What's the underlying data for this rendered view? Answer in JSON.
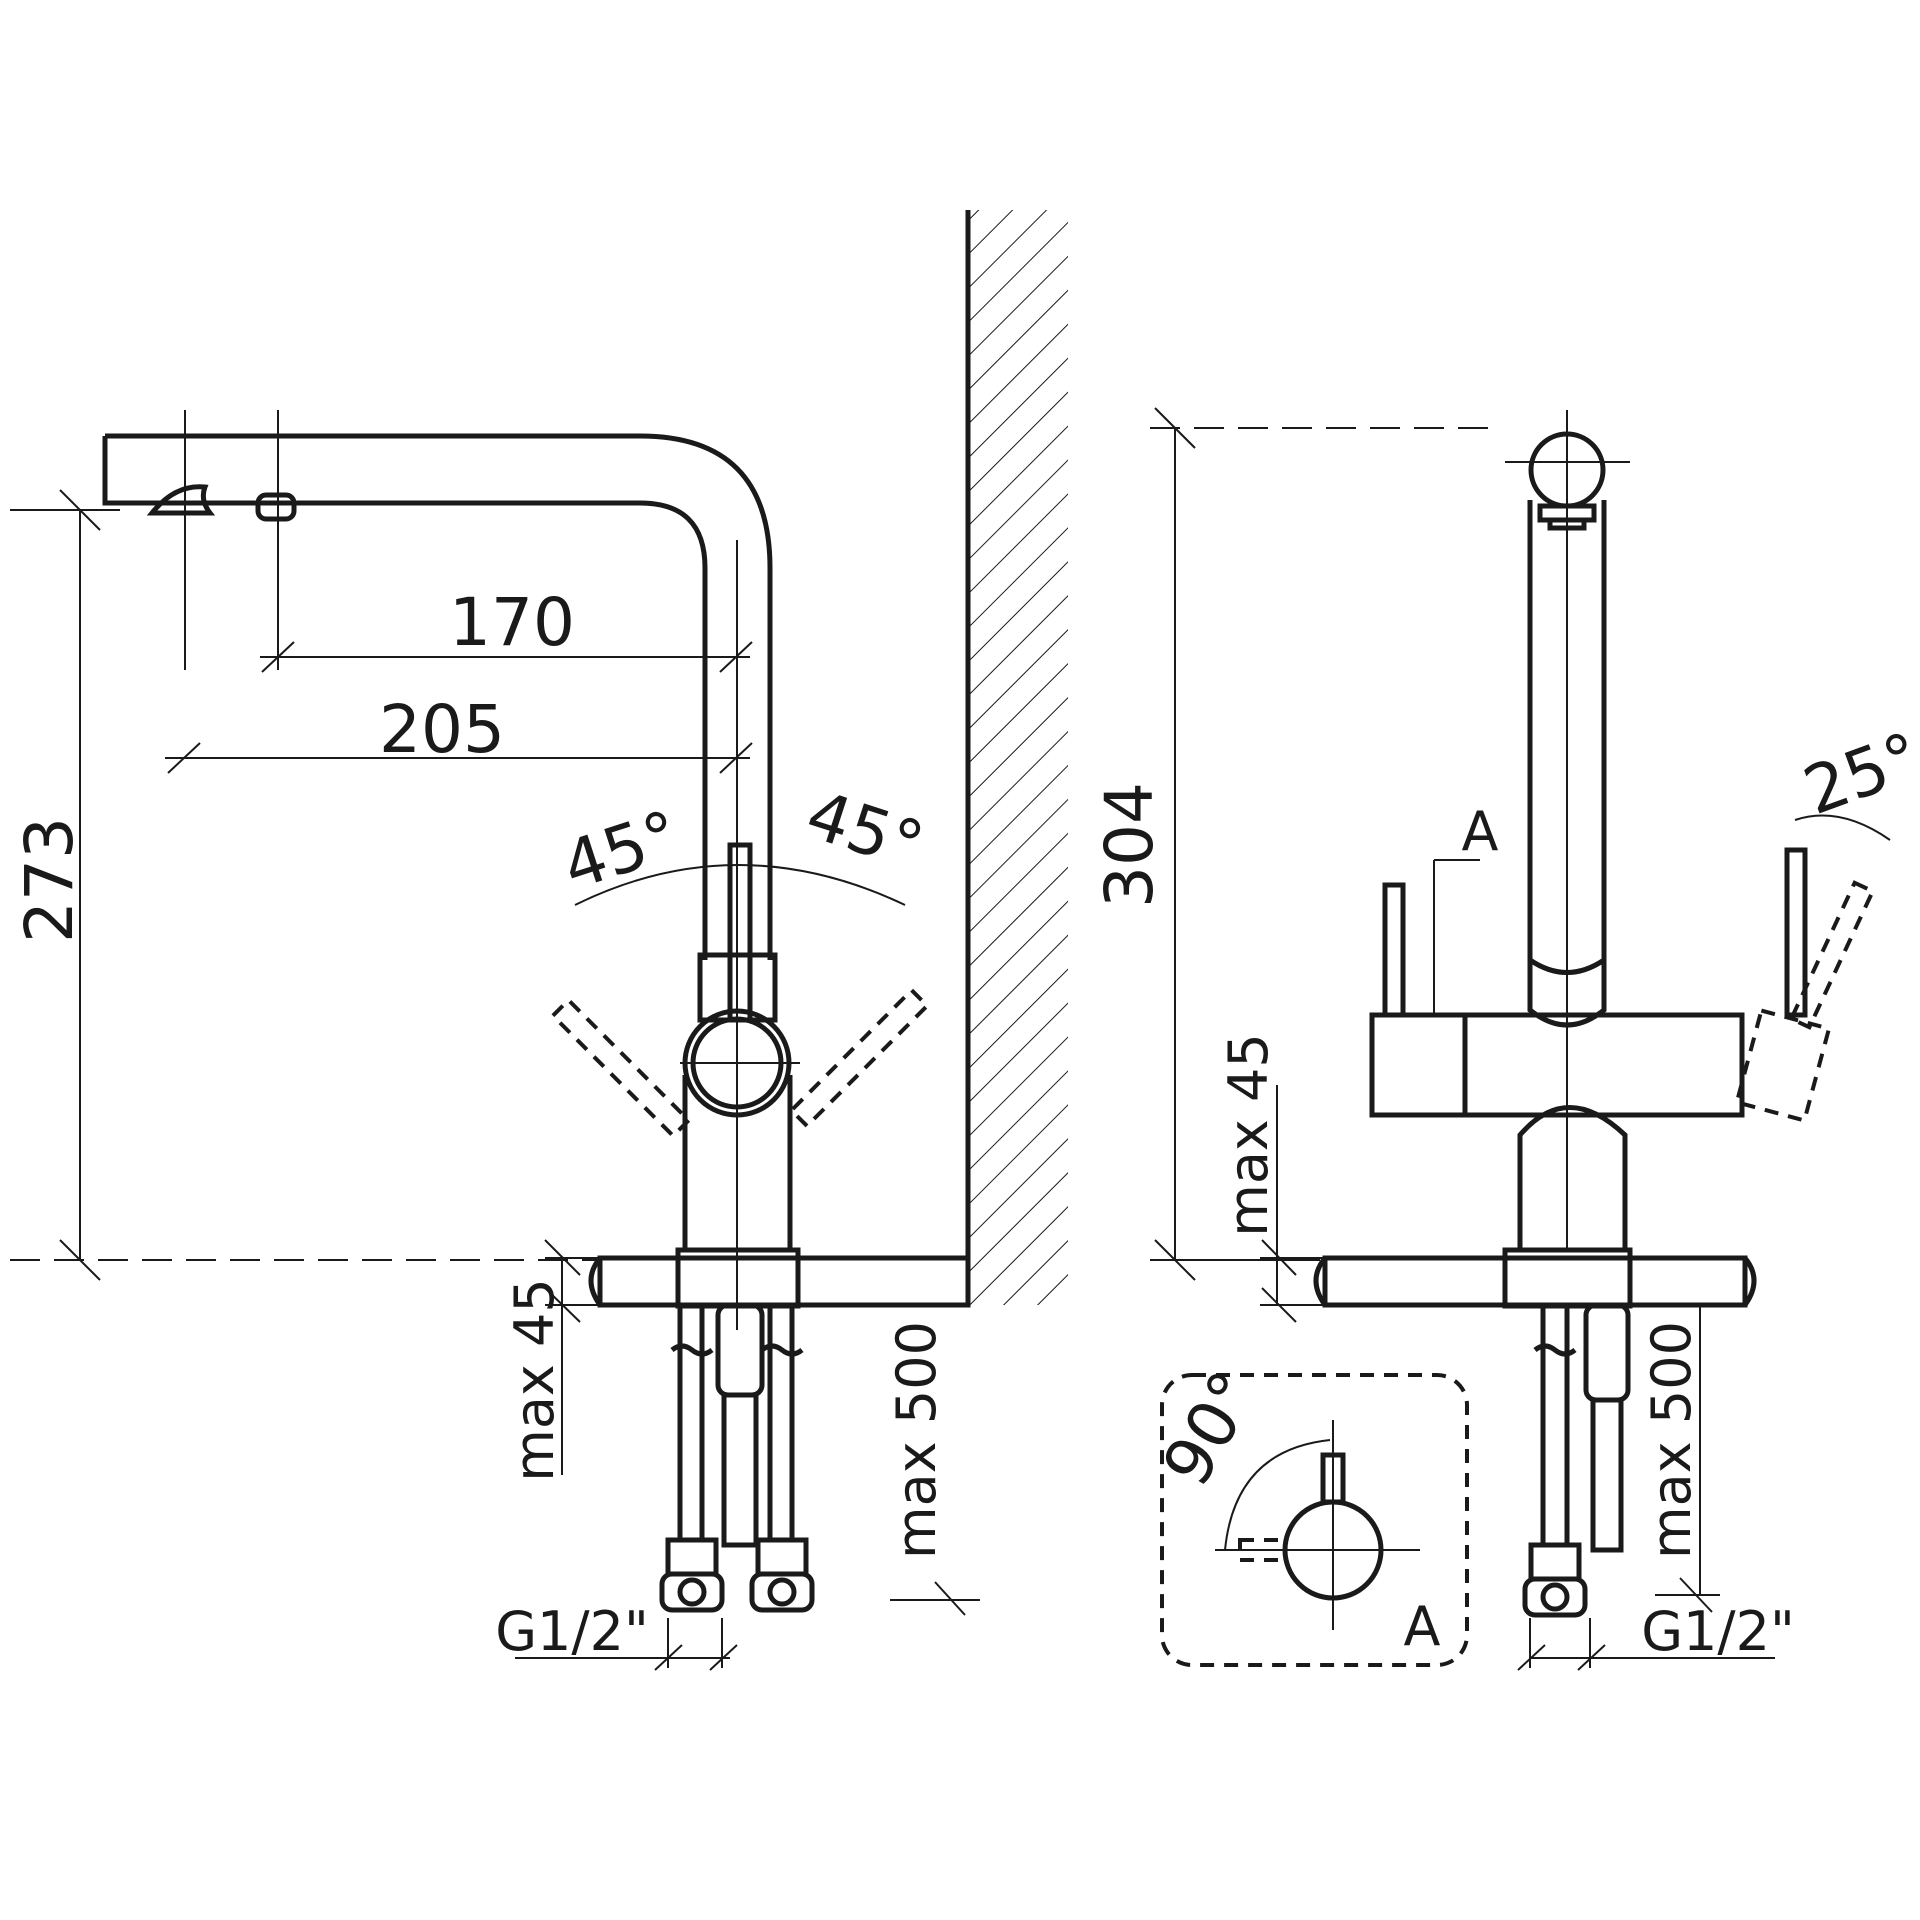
{
  "side_view": {
    "dim_height": "273",
    "dim_spout_inner": "170",
    "dim_spout_outer": "205",
    "angle_left": "45°",
    "angle_right": "45°",
    "dim_max_thickness": "max 45",
    "dim_max_hose": "max 500",
    "thread": "G1/2\""
  },
  "front_view": {
    "dim_height": "304",
    "dim_max_thickness": "max 45",
    "dim_max_hose": "max 500",
    "thread": "G1/2\"",
    "angle_lever": "25°",
    "section_marker": "A"
  },
  "detail_view": {
    "angle": "90°",
    "label": "A"
  }
}
